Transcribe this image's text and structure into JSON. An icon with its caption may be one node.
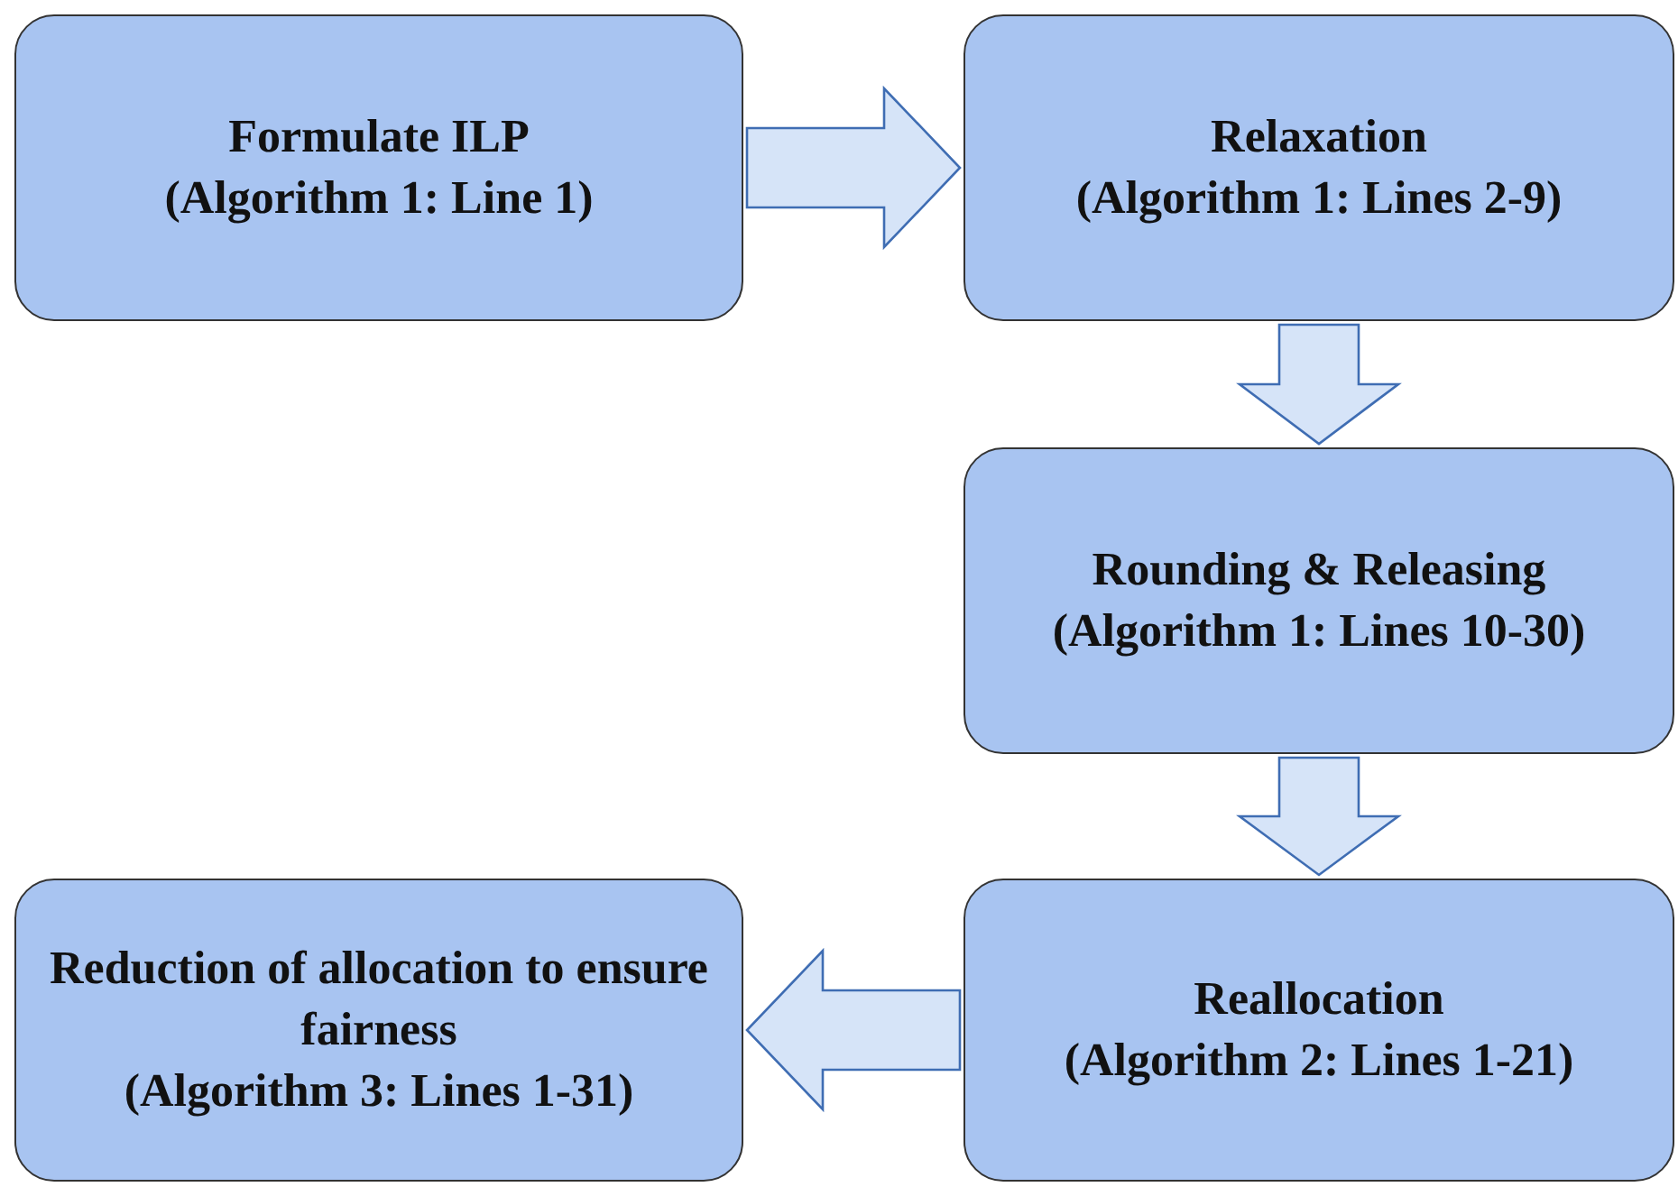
{
  "diagram": {
    "nodes": [
      {
        "text": [
          "Formulate ILP",
          "(Algorithm 1: Line 1)"
        ]
      },
      {
        "text": [
          "Relaxation",
          "(Algorithm 1: Lines 2-9)"
        ]
      },
      {
        "text": [
          "Rounding & Releasing",
          "(Algorithm 1: Lines 10-30)"
        ]
      },
      {
        "text": [
          "Reduction of allocation to ensure fairness",
          "(Algorithm 3: Lines 1-31)"
        ]
      },
      {
        "text": [
          "Reallocation",
          "(Algorithm 2: Lines 1-21)"
        ]
      }
    ],
    "edges": [
      {
        "from": 0,
        "to": 1,
        "arrow": "to"
      },
      {
        "from": 1,
        "to": 2,
        "arrow": "to"
      },
      {
        "from": 2,
        "to": 4,
        "arrow": "to"
      },
      {
        "from": 4,
        "to": 3,
        "arrow": "to"
      }
    ]
  }
}
